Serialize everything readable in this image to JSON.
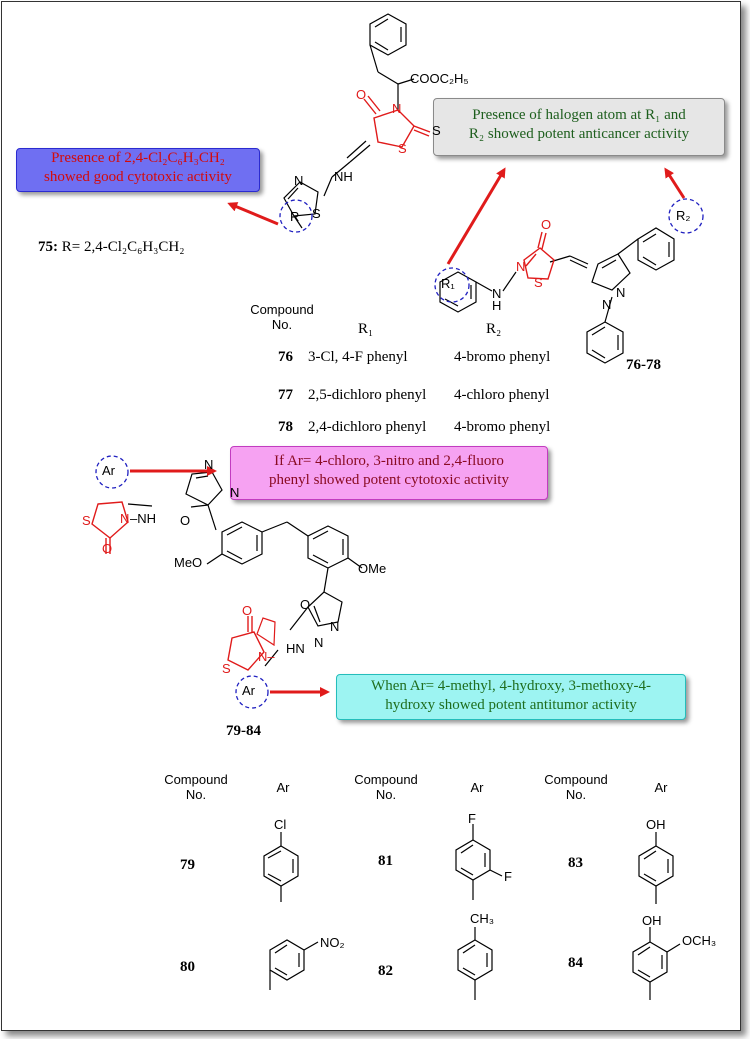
{
  "callouts": {
    "c1": {
      "line1": "Presence of 2,4-Cl₂C₆H₃CH₂",
      "line2": "showed good cytotoxic activity"
    },
    "c2": {
      "line1": "Presence of halogen atom at R₁ and",
      "line2": "R₂ showed potent anticancer activity"
    },
    "c3": {
      "line1": "If Ar= 4-chloro, 3-nitro and 2,4-fluoro",
      "line2": "phenyl showed potent cytotoxic activity"
    },
    "c4": {
      "line1": "When Ar= 4-methyl, 4-hydroxy, 3-methoxy-4-",
      "line2": "hydroxy showed potent antitumor activity"
    }
  },
  "compound75": {
    "number": "75:",
    "rest": "R= 2,4-Cl₂C₆H₃CH₂"
  },
  "compound75_atoms": {
    "ester": "COOC₂H₅",
    "O": "O",
    "N": "N",
    "S1": "S",
    "S2": "S",
    "NH": "NH",
    "N2": "N",
    "S3": "S",
    "R": "R"
  },
  "series76_78": {
    "id": "76-78",
    "atoms": {
      "O": "O",
      "N": "N",
      "S": "S",
      "H": "H",
      "N_nh": "N",
      "N1": "N",
      "N2": "N",
      "R1": "R₁",
      "R2": "R₂"
    },
    "table_header": {
      "col0": "Compound No.",
      "col1": "R₁",
      "col2": "R₂"
    },
    "rows": [
      {
        "id": "76",
        "r1": "3-Cl, 4-F phenyl",
        "r2": "4-bromo phenyl"
      },
      {
        "id": "77",
        "r1": "2,5-dichloro phenyl",
        "r2": "4-chloro phenyl"
      },
      {
        "id": "78",
        "r1": "2,4-dichloro phenyl",
        "r2": "4-bromo phenyl"
      }
    ]
  },
  "series79_84": {
    "id": "79-84",
    "atoms": {
      "Ar1": "Ar",
      "S1": "S",
      "N1": "N",
      "NH1": "–NH",
      "O1": "O",
      "O_ring1": "O",
      "N_a": "N",
      "N_b": "N",
      "OMe1": "MeO",
      "OMe2": "OMe",
      "O2": "O",
      "O_ring2": "O",
      "N_c": "N",
      "N_d": "N",
      "HN": "HN",
      "N2": "N–",
      "S2": "S",
      "Ar2": "Ar"
    },
    "table_header": {
      "col0": "Compound No.",
      "col1": "Ar"
    },
    "entries": [
      {
        "id": "79",
        "subst": [
          "Cl"
        ]
      },
      {
        "id": "80",
        "subst": [
          "NO₂"
        ]
      },
      {
        "id": "81",
        "subst": [
          "F",
          "F"
        ]
      },
      {
        "id": "82",
        "subst": [
          "CH₃"
        ]
      },
      {
        "id": "83",
        "subst": [
          "OH"
        ]
      },
      {
        "id": "84",
        "subst": [
          "OH",
          "OCH₃"
        ]
      }
    ]
  },
  "colors": {
    "arrow": "#e01b1b",
    "core_ring": "#e01b1b",
    "dashed_circle": "#2020c0"
  }
}
